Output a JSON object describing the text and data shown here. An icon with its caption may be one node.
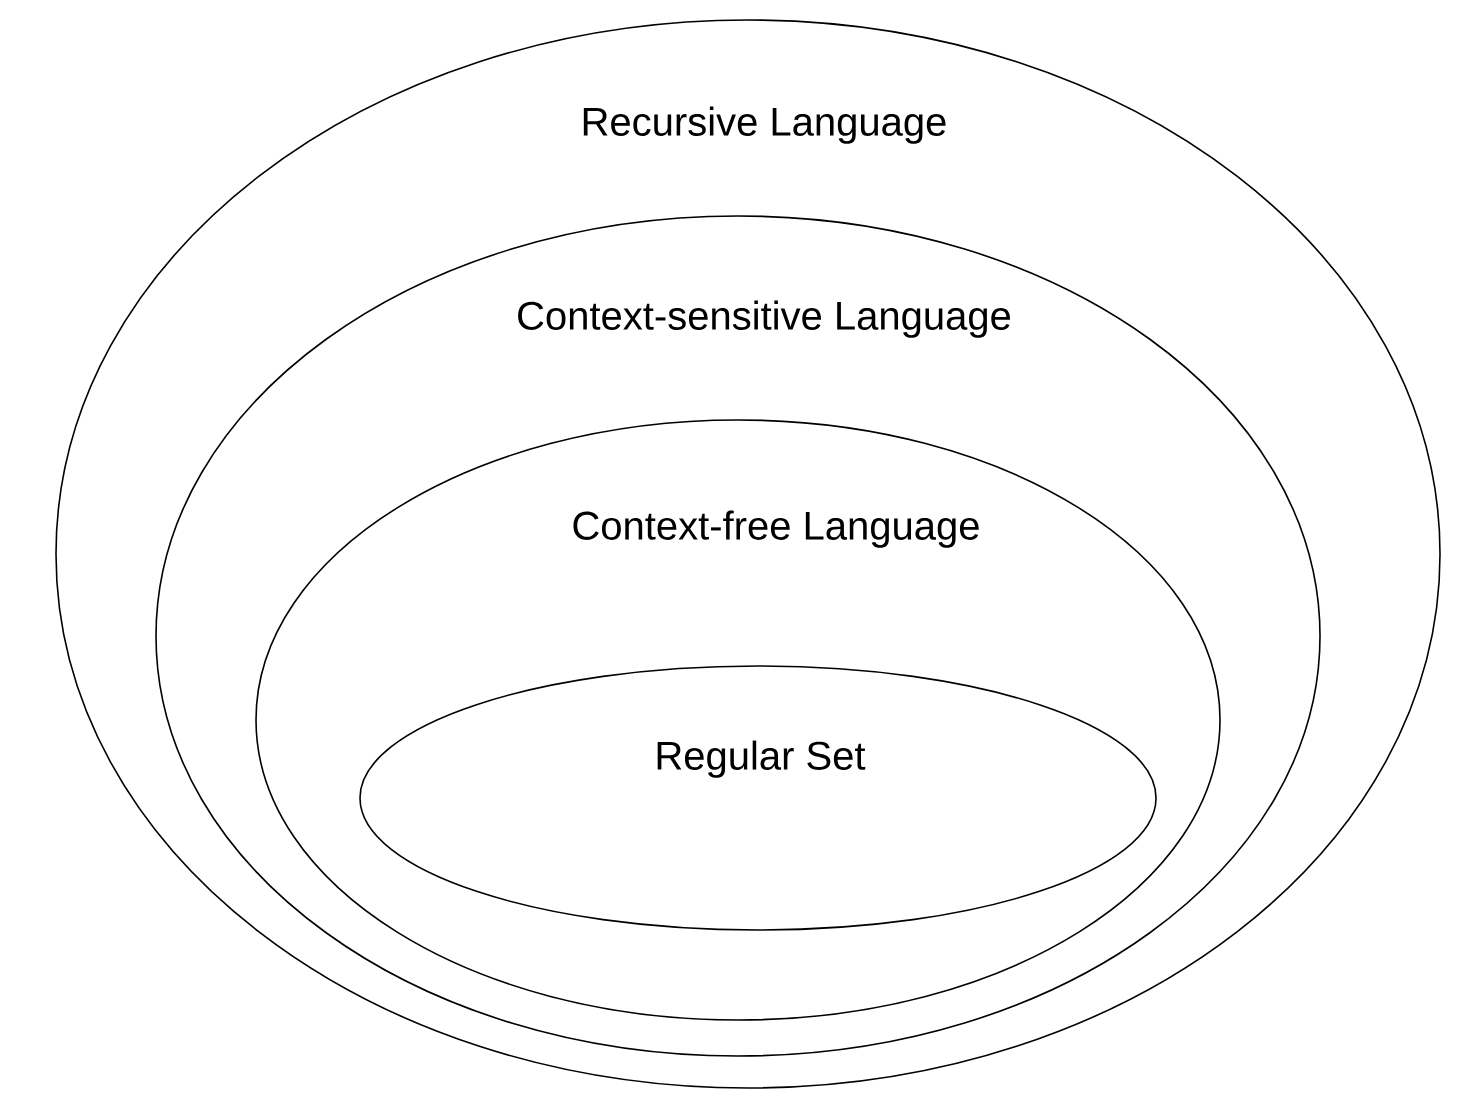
{
  "diagram": {
    "nodes": [
      {
        "text": [
          "Recursive Language"
        ]
      },
      {
        "text": [
          "Context-sensitive Language"
        ],
        "in": 0
      },
      {
        "text": [
          "Context-free Language"
        ],
        "in": 1
      },
      {
        "text": [
          "Regular Set"
        ],
        "in": 2
      }
    ]
  }
}
